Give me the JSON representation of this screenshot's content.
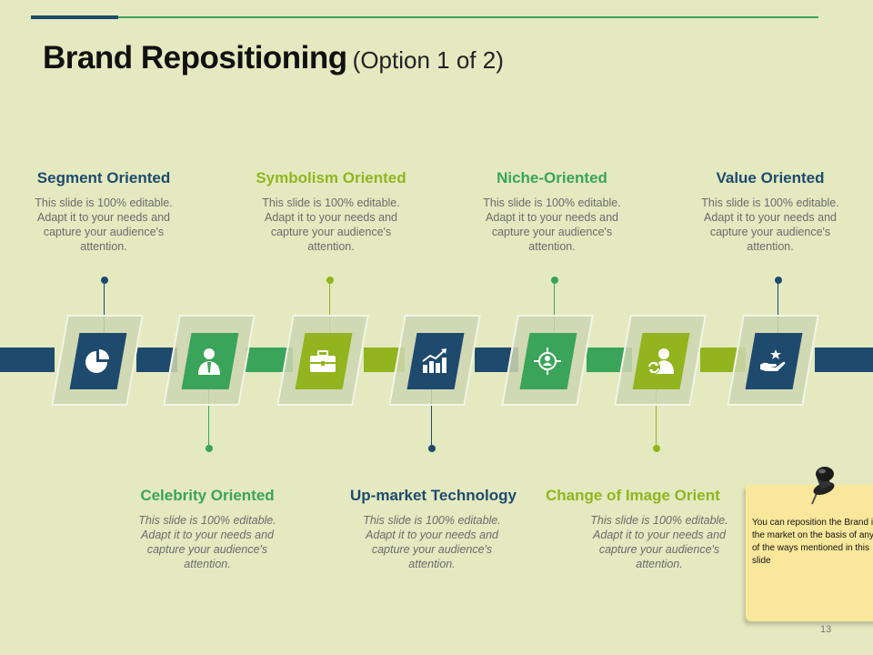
{
  "slide": {
    "title": "Brand Repositioning",
    "subtitle": "(Option 1 of 2)",
    "page_number": "13"
  },
  "colors": {
    "background": "#e4e9c0",
    "navy": "#1e4b6d",
    "green": "#3aa45a",
    "lime": "#92b51f"
  },
  "items": [
    {
      "heading": "Segment Oriented",
      "description": "This slide is 100% editable. Adapt it to your needs and capture your audience's attention.",
      "icon": "pie-chart-icon",
      "color": "navy"
    },
    {
      "heading": "Celebrity Oriented",
      "description": "This slide is 100% editable. Adapt it to your needs and capture your audience's attention.",
      "icon": "businessman-icon",
      "color": "green"
    },
    {
      "heading": "Symbolism Oriented",
      "description": "This slide is 100% editable. Adapt it to your needs and capture your audience's attention.",
      "icon": "briefcase-icon",
      "color": "lime"
    },
    {
      "heading": "Up-market Technology",
      "description": "This slide is 100% editable. Adapt it to your needs and capture your audience's attention.",
      "icon": "bar-chart-growth-icon",
      "color": "navy"
    },
    {
      "heading": "Niche-Oriented",
      "description": "This slide is 100% editable. Adapt it to your needs and capture your audience's attention.",
      "icon": "target-person-icon",
      "color": "green"
    },
    {
      "heading": "Change of Image Orient",
      "description": "This slide is 100% editable. Adapt it to your needs and capture your audience's attention.",
      "icon": "person-refresh-icon",
      "color": "lime"
    },
    {
      "heading": "Value Oriented",
      "description": "This slide is 100% editable. Adapt it to your needs and capture your audience's attention.",
      "icon": "hand-star-icon",
      "color": "navy"
    }
  ],
  "note": {
    "text": "You can reposition the Brand in the market on the basis of any of the ways mentioned in this slide"
  }
}
